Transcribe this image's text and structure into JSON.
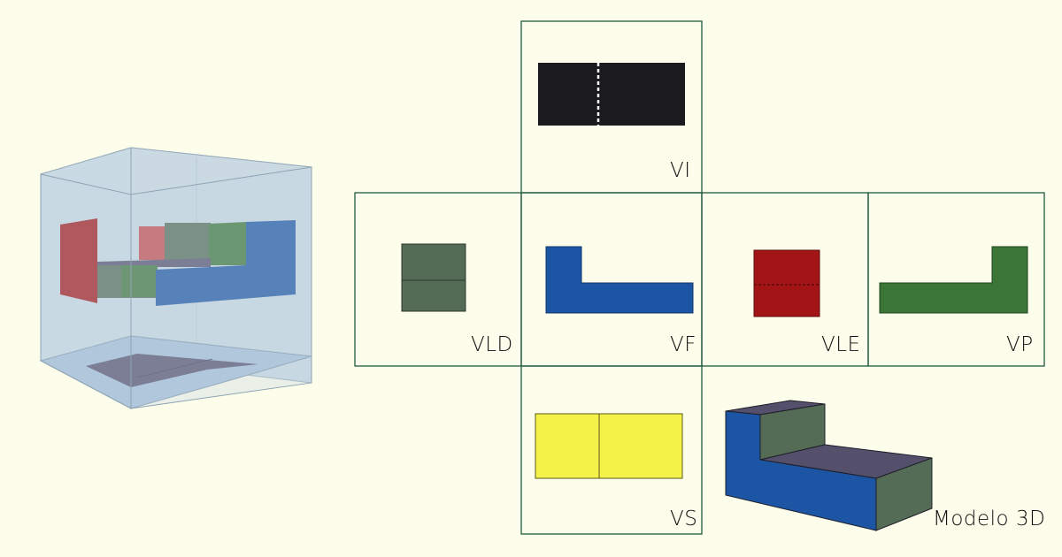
{
  "colors": {
    "background": "#fdfdeb",
    "frame": "#1f5b3f",
    "vi_fill": "#1b1b1f",
    "vld_fill": "#546b56",
    "vf_fill": "#1c55a4",
    "vle_fill": "#a31417",
    "vp_fill": "#3c7538",
    "vs_fill": "#f4f148",
    "box_glass": "#c3d7e4",
    "box_plate": "#9fbad6",
    "box_top_face": "#544f6a"
  },
  "views": {
    "vi": {
      "label": "VI"
    },
    "vld": {
      "label": "VLD"
    },
    "vf": {
      "label": "VF"
    },
    "vle": {
      "label": "VLE"
    },
    "vp": {
      "label": "VP"
    },
    "vs": {
      "label": "VS"
    }
  },
  "model": {
    "label": "Modelo 3D"
  }
}
